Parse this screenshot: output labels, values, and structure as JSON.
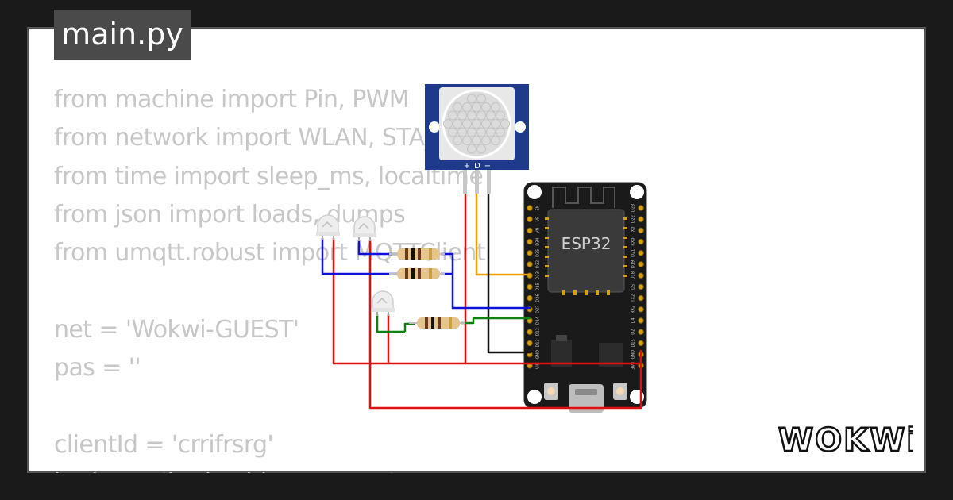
{
  "tab": {
    "filename": "main.py"
  },
  "code": {
    "lines": [
      "from machine import Pin, PWM",
      "from network import WLAN, STA_IF",
      "from time import sleep_ms, localtime",
      "from json import loads, dumps",
      "from umqtt.robust import MQTTClient",
      "",
      "net = 'Wokwi-GUEST'",
      "pas = ''",
      "",
      "clientId = 'crrifrsrg'",
      "broker = 'broker.hivemq.com'"
    ]
  },
  "pir": {
    "pins": [
      "+",
      "D",
      "−"
    ],
    "board_color": "#1f3a8a"
  },
  "esp32": {
    "chip_label": "ESP32",
    "left_pins": [
      "EN",
      "VP",
      "VN",
      "D34",
      "D35",
      "D32",
      "D33",
      "D25",
      "D26",
      "D27",
      "D14",
      "D12",
      "D13",
      "GND",
      "VIN"
    ],
    "right_pins": [
      "D23",
      "D22",
      "TX0",
      "RX0",
      "D21",
      "D19",
      "D18",
      "D5",
      "TX2",
      "RX2",
      "D4",
      "D2",
      "D15",
      "GND",
      "3V3"
    ]
  },
  "wire_colors": {
    "red": "#e01010",
    "blue": "#1010d8",
    "green": "#108010",
    "orange": "#f0a000",
    "black": "#111111"
  },
  "brand": {
    "logo": "WOKWi"
  }
}
